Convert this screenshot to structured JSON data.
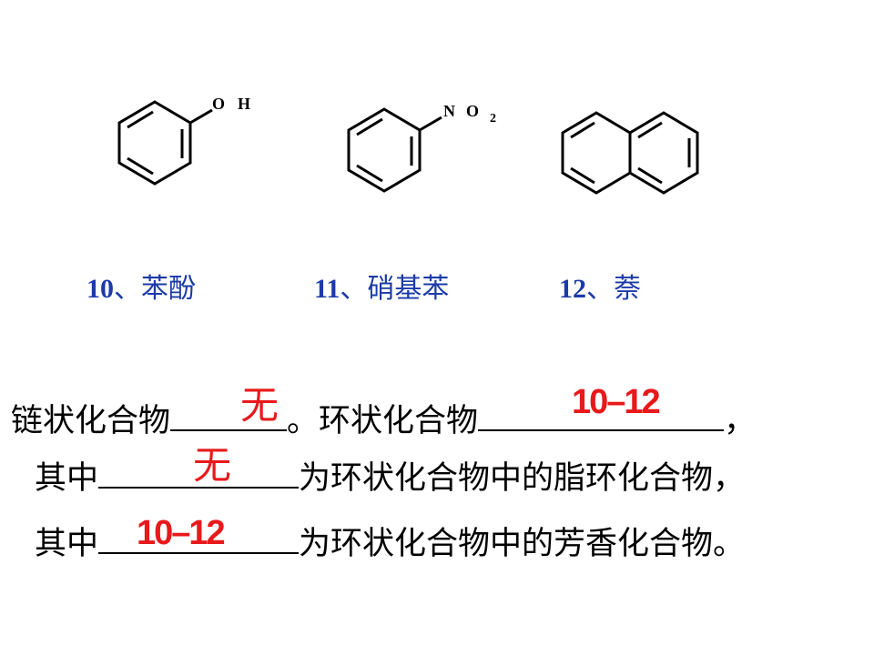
{
  "structures": {
    "phenol": {
      "group": [
        "O",
        "H"
      ]
    },
    "nitrobenzene": {
      "group": [
        "N",
        "O",
        "2"
      ]
    },
    "naphthalene": {}
  },
  "labels": [
    {
      "num": "10",
      "sep": "、",
      "name": "苯酚"
    },
    {
      "num": "11",
      "sep": "、",
      "name": "硝基苯"
    },
    {
      "num": "12",
      "sep": "、",
      "name": "萘"
    }
  ],
  "questions": {
    "line1_a": "链状化合物",
    "line1_b": "。环状化合物",
    "line1_end": "，",
    "line2_a": "其中",
    "line2_b": "为环状化合物中的脂环化合物",
    "line2_end": "，",
    "line3_a": "其中",
    "line3_b": "为环状化合物中的芳香化合物。"
  },
  "answers": {
    "chain": "无",
    "cyclic": "10–12",
    "alicyclic": "无",
    "aromatic": "10–12"
  },
  "colors": {
    "label_blue": "#1c3ba8",
    "answer_red": "#e8191b"
  }
}
